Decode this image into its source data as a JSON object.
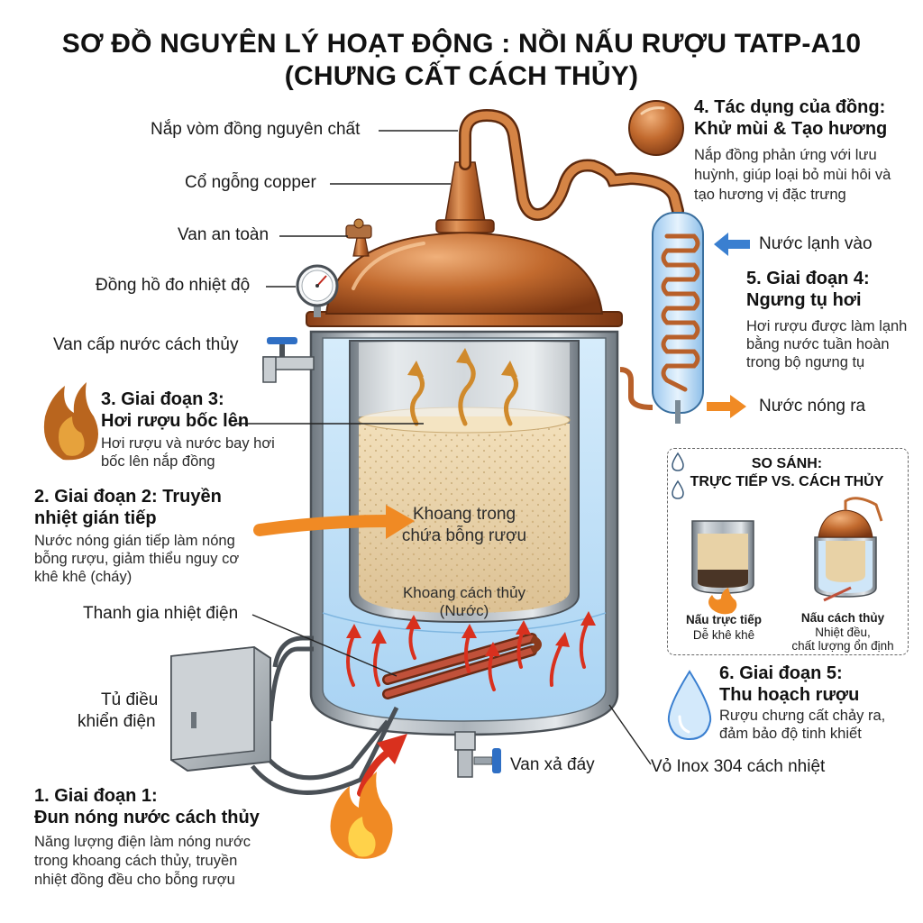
{
  "title": {
    "line1": "SƠ ĐỒ NGUYÊN LÝ HOẠT ĐỘNG : NỒI NẤU RƯỢU TATP-A10",
    "line2": "(CHƯNG CẤT CÁCH THỦY)"
  },
  "labels": {
    "dome": "Nắp vòm đồng nguyên chất",
    "neck": "Cổ ngỗng copper",
    "safety_valve": "Van an toàn",
    "thermometer": "Đồng hồ đo nhiệt độ",
    "water_inlet_valve": "Van cấp nước cách thủy",
    "heater": "Thanh gia nhiệt điện",
    "control_box_line1": "Tủ điều",
    "control_box_line2": "khiển điện",
    "drain_valve": "Van xả đáy",
    "shell": "Vỏ Inox 304 cách nhiệt",
    "cold_in": "Nước lạnh vào",
    "hot_out": "Nước nóng ra",
    "inner_chamber_line1": "Khoang trong",
    "inner_chamber_line2": "chứa bỗng rượu",
    "water_chamber_line1": "Khoang cách thủy",
    "water_chamber_line2": "(Nước)"
  },
  "stages": [
    {
      "title1": "1. Giai đoạn 1:",
      "title2": "Đun nóng nước cách thủy",
      "desc": [
        "Năng lượng điện làm nóng nước",
        "trong khoang cách thủy, truyền",
        "nhiệt đồng đều cho bỗng rượu"
      ]
    },
    {
      "title1": "2. Giai đoạn 2: Truyền",
      "title2": "nhiệt gián tiếp",
      "desc": [
        "Nước nóng gián tiếp làm nóng",
        "bỗng rượu, giảm thiểu nguy cơ",
        "khê khê (cháy)"
      ]
    },
    {
      "title1": "3. Giai đoạn 3:",
      "title2": "Hơi rượu bốc lên",
      "desc": [
        "Hơi rượu và nước bay hơi",
        "bốc lên nắp đồng"
      ]
    },
    {
      "title1": "4. Tác dụng của đồng:",
      "title2": "Khử mùi & Tạo hương",
      "desc": [
        "Nắp đồng phản ứng với lưu",
        "huỳnh, giúp loại bỏ mùi hôi và",
        "tạo hương vị đặc trưng"
      ]
    },
    {
      "title1": "5. Giai đoạn 4:",
      "title2": "Ngưng tụ hơi",
      "desc": [
        "Hơi rượu được làm lạnh",
        "bằng nước tuần hoàn",
        "trong bộ ngưng tụ"
      ]
    },
    {
      "title1": "6. Giai đoạn 5:",
      "title2": "Thu hoạch rượu",
      "desc": [
        "Rượu chưng cất chảy ra,",
        "đảm bảo độ tinh khiết"
      ]
    }
  ],
  "comparison": {
    "title1": "SO SÁNH:",
    "title2": "TRỰC TIẾP VS. CÁCH THỦY",
    "direct_title": "Nấu trực tiếp",
    "direct_desc": "Dễ khê khê",
    "bath_title": "Nấu cách thủy",
    "bath_desc1": "Nhiệt đều,",
    "bath_desc2": "chất lượng ổn định"
  },
  "colors": {
    "copper": "#c06a30",
    "steel": "#9aa3ab",
    "water": "#bfe0f7",
    "mash": "#e6cfa5",
    "heat_arrow": "#d9301e",
    "flow_arrow": "#f08a24",
    "cold_arrow": "#3a7fd0"
  }
}
